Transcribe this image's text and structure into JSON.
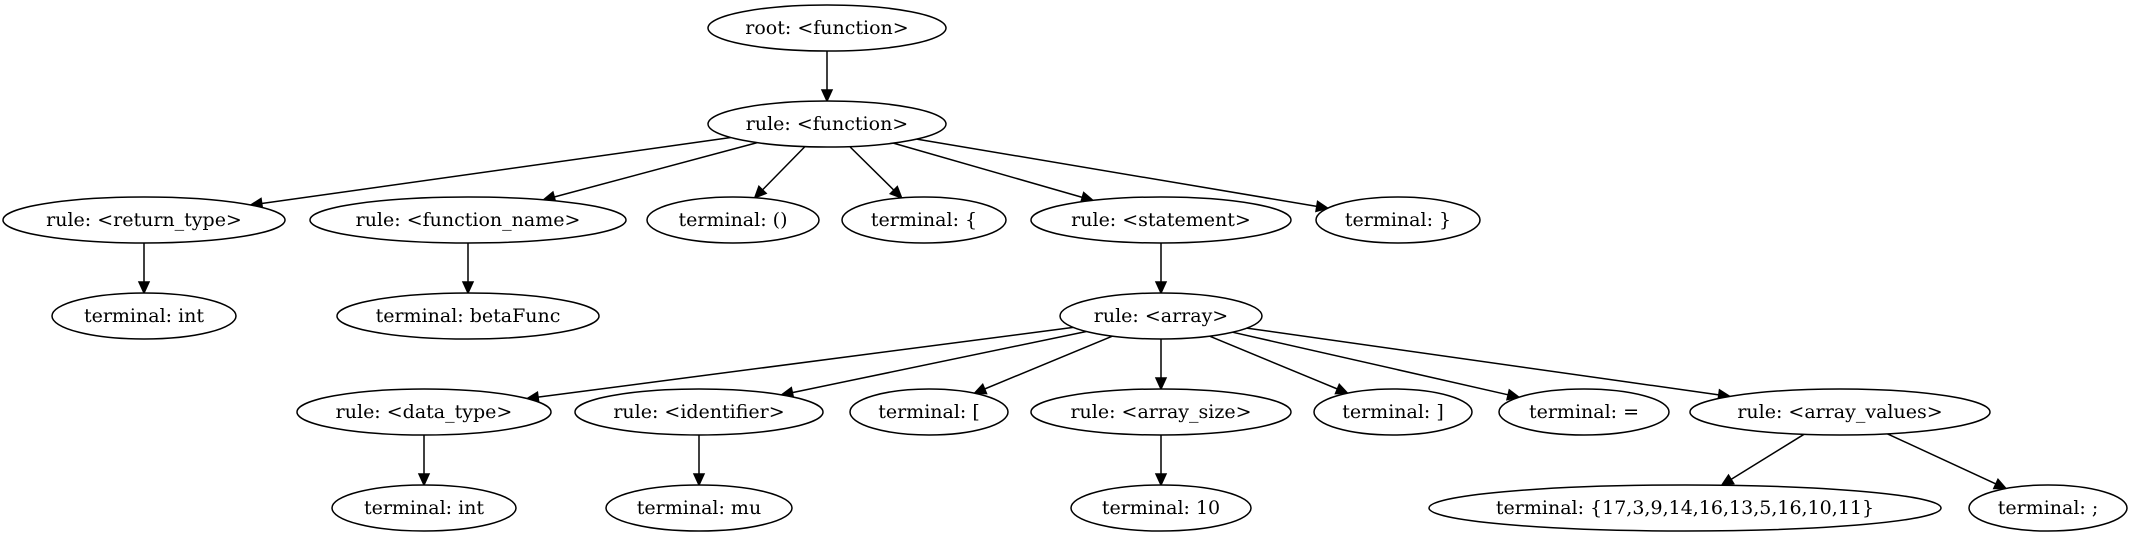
{
  "diagram": {
    "nodes": [
      {
        "id": "n0",
        "label": "root: <function>"
      },
      {
        "id": "n1",
        "label": "rule: <function>"
      },
      {
        "id": "n2",
        "label": "rule: <return_type>"
      },
      {
        "id": "n3",
        "label": "terminal: int"
      },
      {
        "id": "n4",
        "label": "rule: <function_name>"
      },
      {
        "id": "n5",
        "label": "terminal: betaFunc"
      },
      {
        "id": "n6",
        "label": "terminal: ()"
      },
      {
        "id": "n7",
        "label": "terminal: {"
      },
      {
        "id": "n8",
        "label": "rule: <statement>"
      },
      {
        "id": "n9",
        "label": "terminal: }"
      },
      {
        "id": "n10",
        "label": "rule: <array>"
      },
      {
        "id": "n11",
        "label": "rule: <data_type>"
      },
      {
        "id": "n12",
        "label": "terminal: int"
      },
      {
        "id": "n13",
        "label": "rule: <identifier>"
      },
      {
        "id": "n14",
        "label": "terminal: mu"
      },
      {
        "id": "n15",
        "label": "terminal: ["
      },
      {
        "id": "n16",
        "label": "rule: <array_size>"
      },
      {
        "id": "n17",
        "label": "terminal: 10"
      },
      {
        "id": "n18",
        "label": "terminal: ]"
      },
      {
        "id": "n19",
        "label": "terminal: ="
      },
      {
        "id": "n20",
        "label": "rule: <array_values>"
      },
      {
        "id": "n21",
        "label": "terminal: {17,3,9,14,16,13,5,16,10,11}"
      },
      {
        "id": "n22",
        "label": "terminal: ;"
      }
    ],
    "edges": [
      {
        "from": "n0",
        "to": "n1"
      },
      {
        "from": "n1",
        "to": "n2"
      },
      {
        "from": "n1",
        "to": "n4"
      },
      {
        "from": "n1",
        "to": "n6"
      },
      {
        "from": "n1",
        "to": "n7"
      },
      {
        "from": "n1",
        "to": "n8"
      },
      {
        "from": "n1",
        "to": "n9"
      },
      {
        "from": "n2",
        "to": "n3"
      },
      {
        "from": "n4",
        "to": "n5"
      },
      {
        "from": "n8",
        "to": "n10"
      },
      {
        "from": "n10",
        "to": "n11"
      },
      {
        "from": "n10",
        "to": "n13"
      },
      {
        "from": "n10",
        "to": "n15"
      },
      {
        "from": "n10",
        "to": "n16"
      },
      {
        "from": "n10",
        "to": "n18"
      },
      {
        "from": "n10",
        "to": "n19"
      },
      {
        "from": "n10",
        "to": "n20"
      },
      {
        "from": "n11",
        "to": "n12"
      },
      {
        "from": "n13",
        "to": "n14"
      },
      {
        "from": "n16",
        "to": "n17"
      },
      {
        "from": "n20",
        "to": "n21"
      },
      {
        "from": "n20",
        "to": "n22"
      }
    ]
  }
}
